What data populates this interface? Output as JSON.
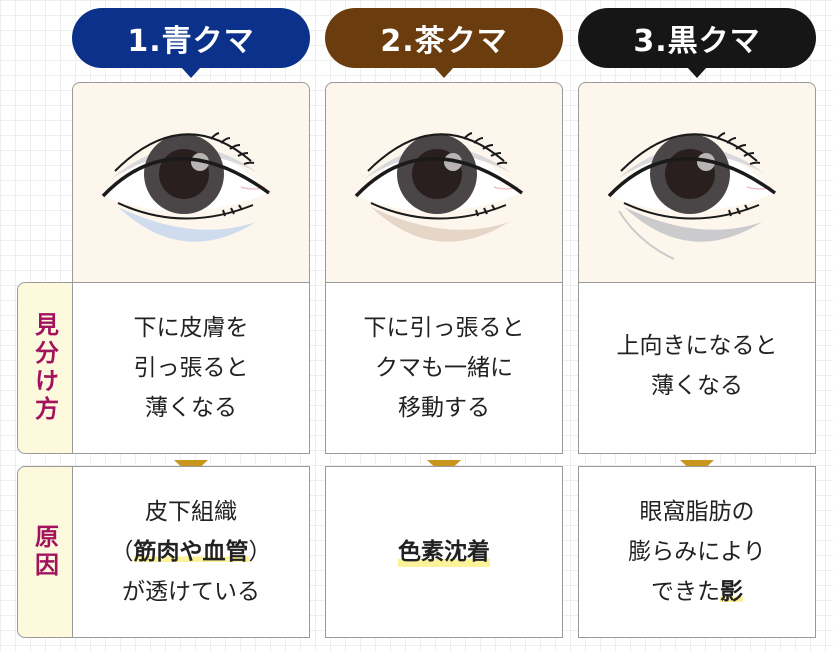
{
  "columns": [
    {
      "title": "1.青クマ",
      "color": "#0b318a",
      "shadow": "#cfdcee",
      "check": [
        "下に皮膚を",
        "引っ張ると",
        "薄くなる"
      ],
      "cause_pre": "皮下組織",
      "cause_open": "（",
      "cause_bold": "筋肉や血管",
      "cause_close": "）",
      "cause_post": "が透けている"
    },
    {
      "title": "2.茶クマ",
      "color": "#6b3d0e",
      "shadow": "#e6d6c8",
      "check": [
        "下に引っ張ると",
        "クマも一緒に",
        "移動する"
      ],
      "cause_bold": "色素沈着"
    },
    {
      "title": "3.黒クマ",
      "color": "#161616",
      "shadow": "#cbcbcd",
      "check": [
        "上向きになると",
        "薄くなる"
      ],
      "cause_line1": "眼窩脂肪の",
      "cause_line2": "膨らみにより",
      "cause_pre3": "できた",
      "cause_bold": "影"
    }
  ],
  "labels": {
    "check": "見分け方",
    "cause": "原因"
  },
  "accent": {
    "label_text": "#a3125e",
    "arrow": "#c8951d",
    "highlight": "#fbf29a"
  }
}
